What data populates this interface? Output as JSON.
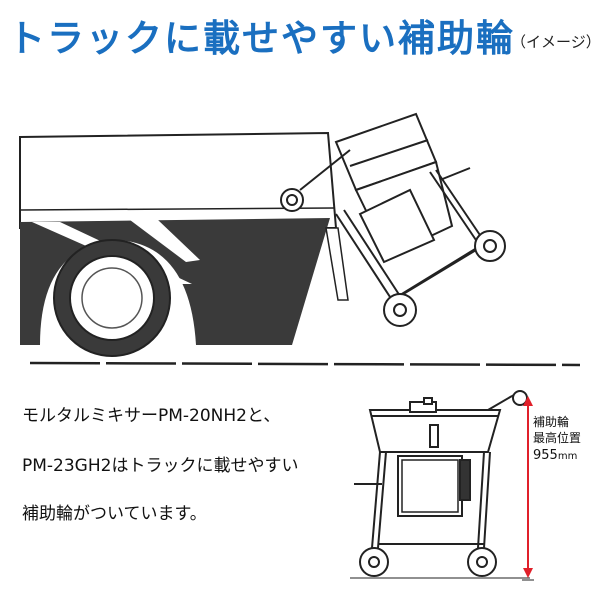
{
  "title": "トラックに載せやすい補助輪",
  "subtitle": "（イメージ）",
  "description": {
    "line1": "モルタルミキサーPM-20NH2と、",
    "line2": "PM-23GH2はトラックに載せやすい",
    "line3": "補助輪がついています。"
  },
  "spec": {
    "label1": "補助輪",
    "label2": "最高位置",
    "value": "955",
    "unit": "mm"
  },
  "colors": {
    "title": "#1a6fc0",
    "arrow": "#e0202a",
    "truck_body": "#3a3a3a"
  }
}
